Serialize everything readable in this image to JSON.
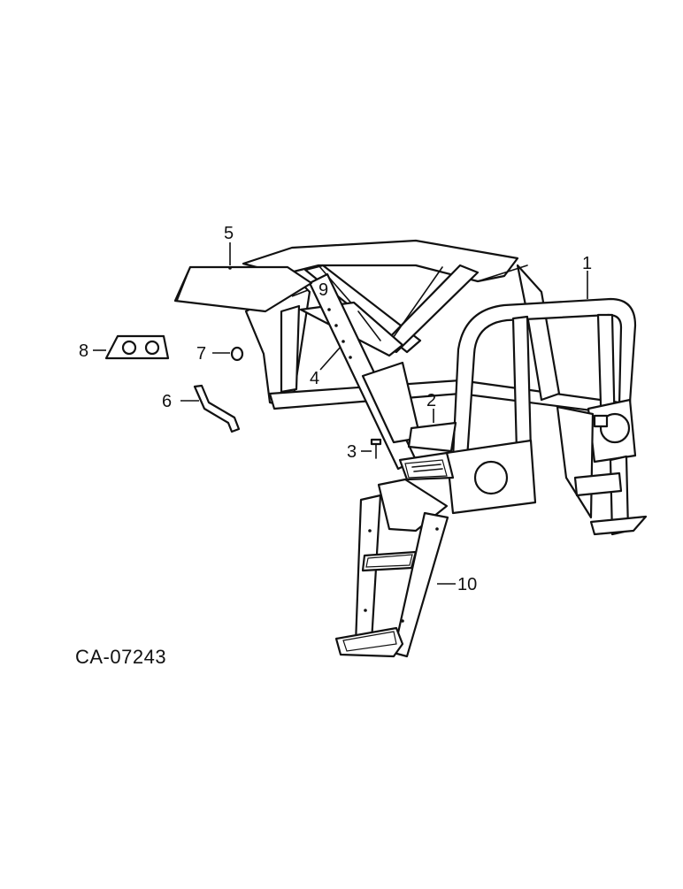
{
  "drawing_code": "CA-07243",
  "callouts": [
    {
      "id": "c1",
      "text": "1"
    },
    {
      "id": "c2",
      "text": "2"
    },
    {
      "id": "c3",
      "text": "3"
    },
    {
      "id": "c4",
      "text": "4"
    },
    {
      "id": "c5",
      "text": "5"
    },
    {
      "id": "c6",
      "text": "6"
    },
    {
      "id": "c7",
      "text": "7"
    },
    {
      "id": "c8",
      "text": "8"
    },
    {
      "id": "c9",
      "text": "9"
    },
    {
      "id": "c10",
      "text": "10"
    }
  ]
}
